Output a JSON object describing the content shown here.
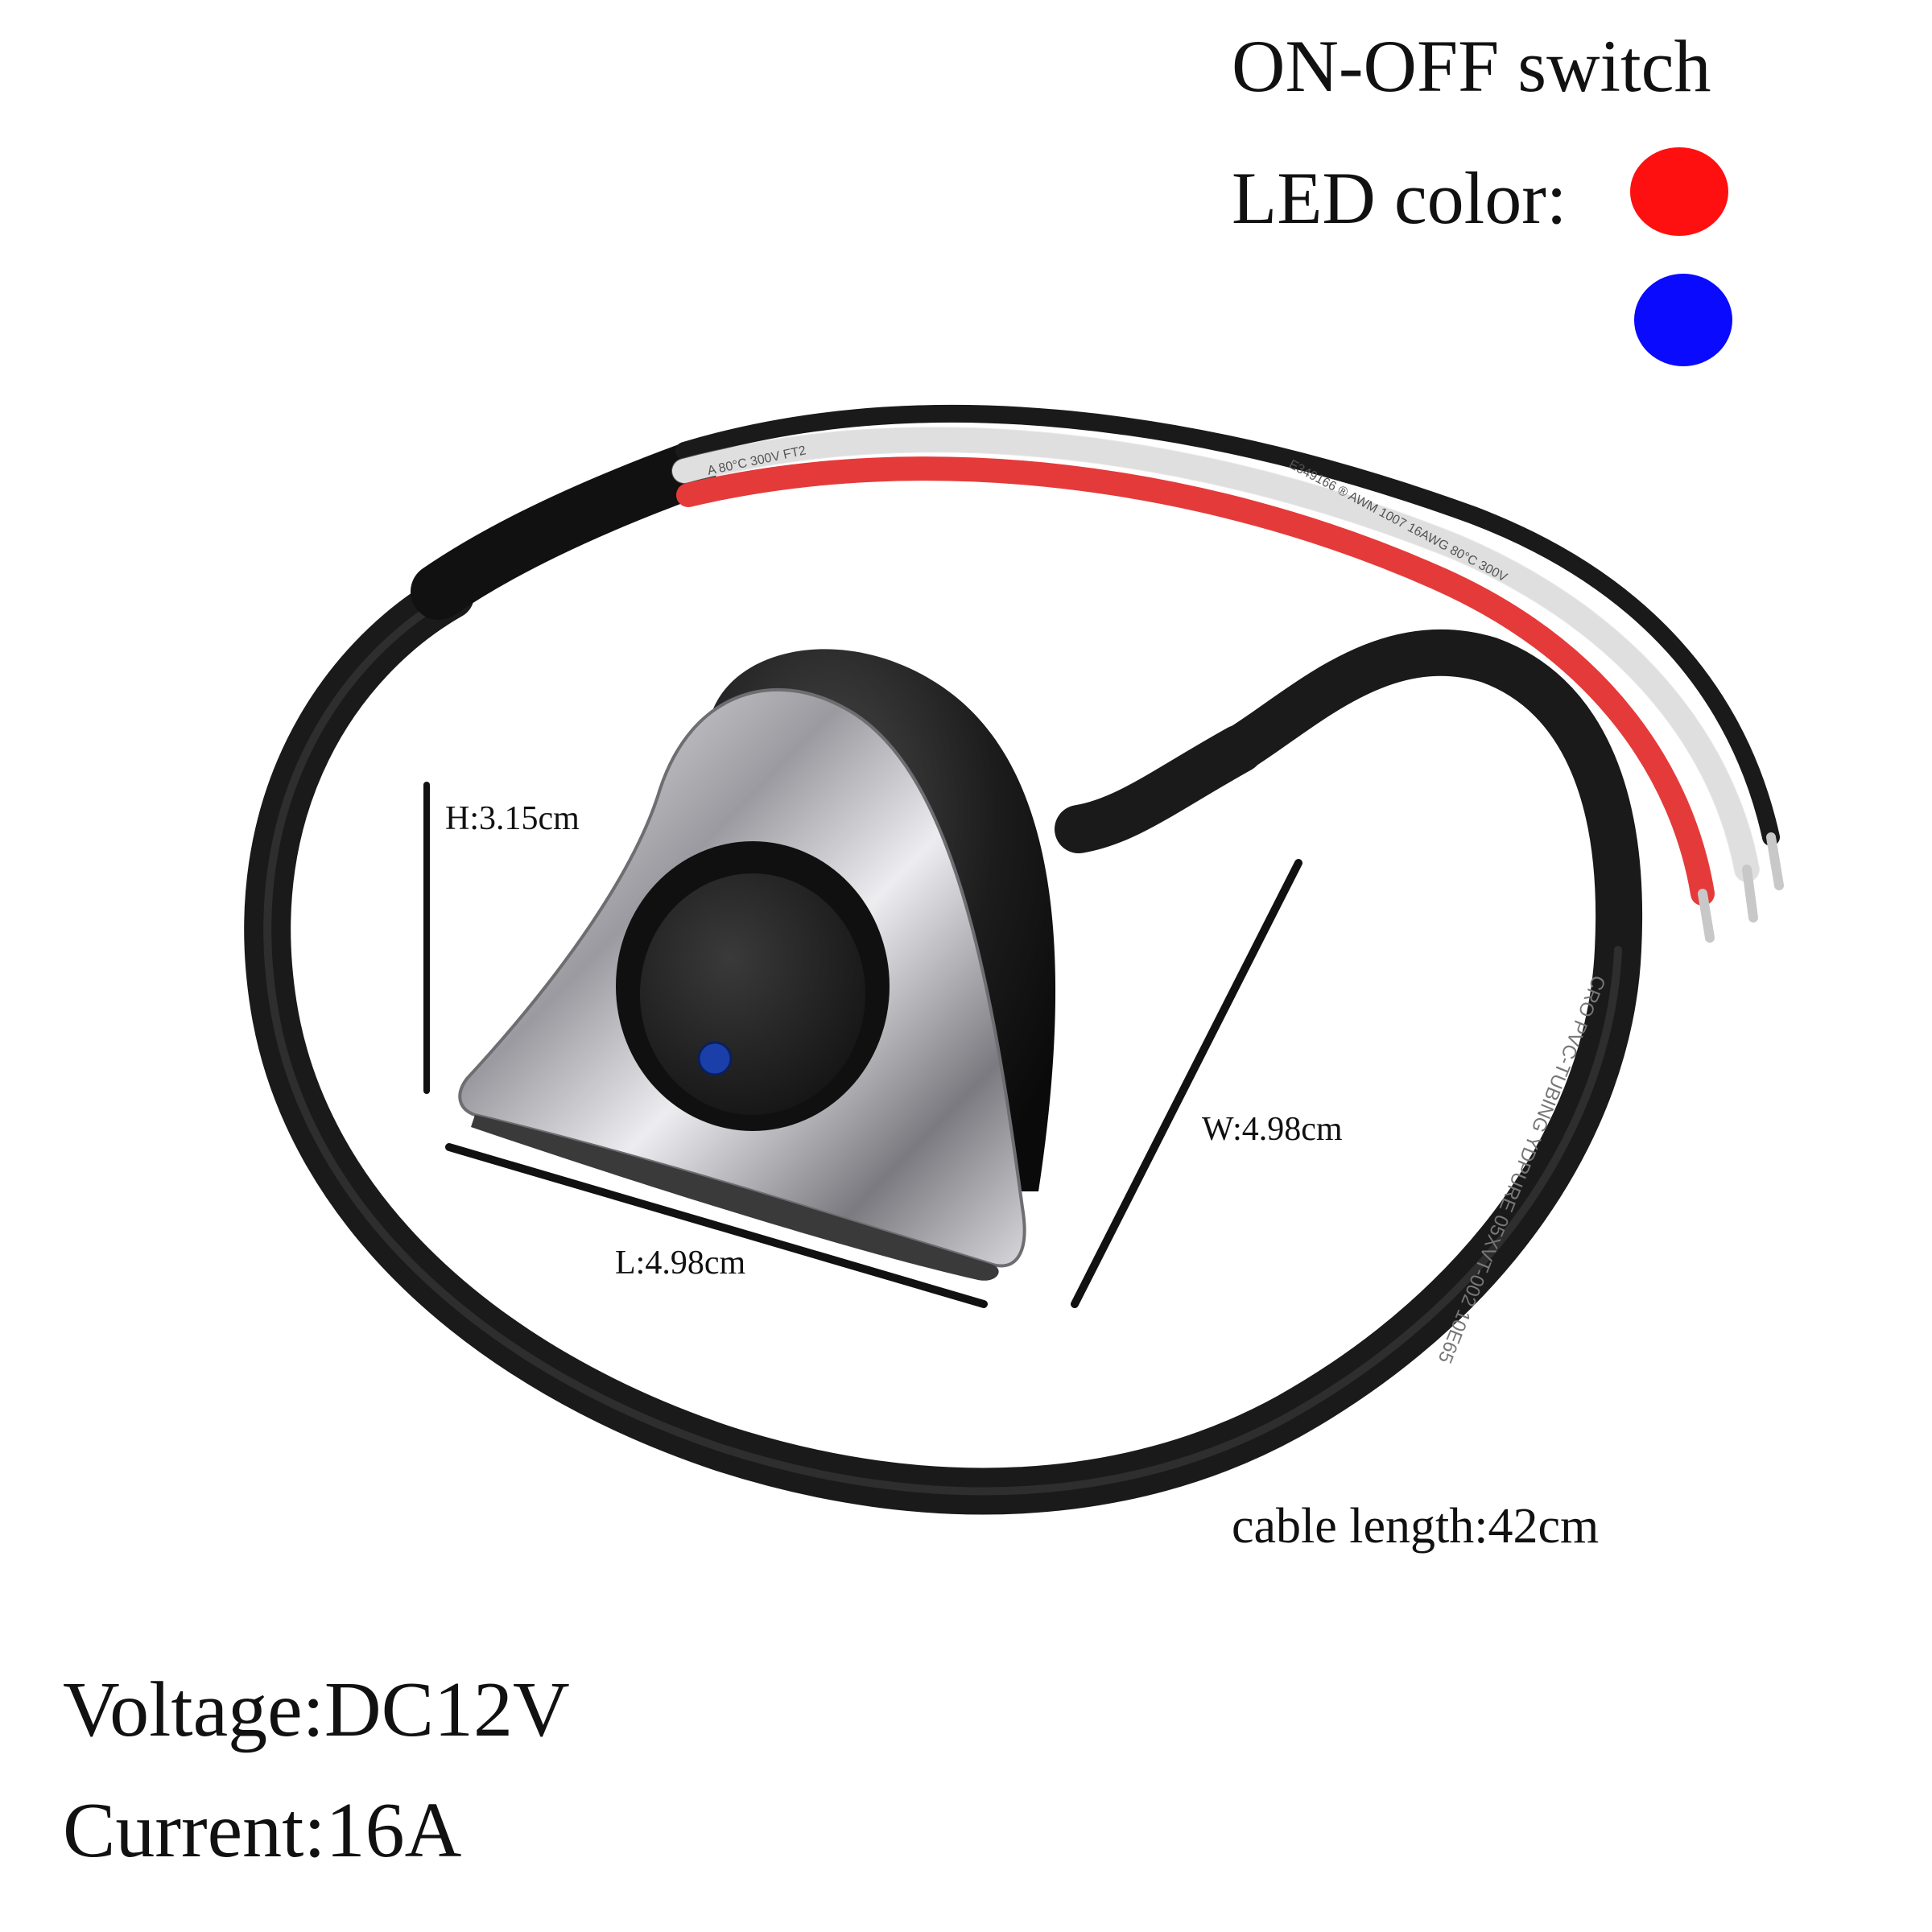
{
  "header": {
    "title": "ON-OFF switch",
    "led_label": "LED color:"
  },
  "led_colors": [
    {
      "name": "red-dot",
      "color": "#ff1010"
    },
    {
      "name": "blue-dot",
      "color": "#0a0aff"
    }
  ],
  "dimensions": {
    "height": "H:3.15cm",
    "width": "W:4.98cm",
    "length": "L:4.98cm"
  },
  "cable": {
    "length_label": "cable length:42cm",
    "print_top_1": "A 80°C 300V FT2",
    "print_top_2": "E349166 ® AWM 1007 16AWG 80°C 300V",
    "print_loop": "CRO PVC-TUBING YDPURE 05XVT-002 10E65"
  },
  "specs": {
    "voltage": "Voltage:DC12V",
    "current": "Current:16A"
  },
  "colors": {
    "wire_red": "#e53a3a",
    "wire_white": "#f2f2f2",
    "wire_black": "#1a1a1a",
    "chrome": "#c9c9cc",
    "indicator": "#1a3fa8"
  }
}
